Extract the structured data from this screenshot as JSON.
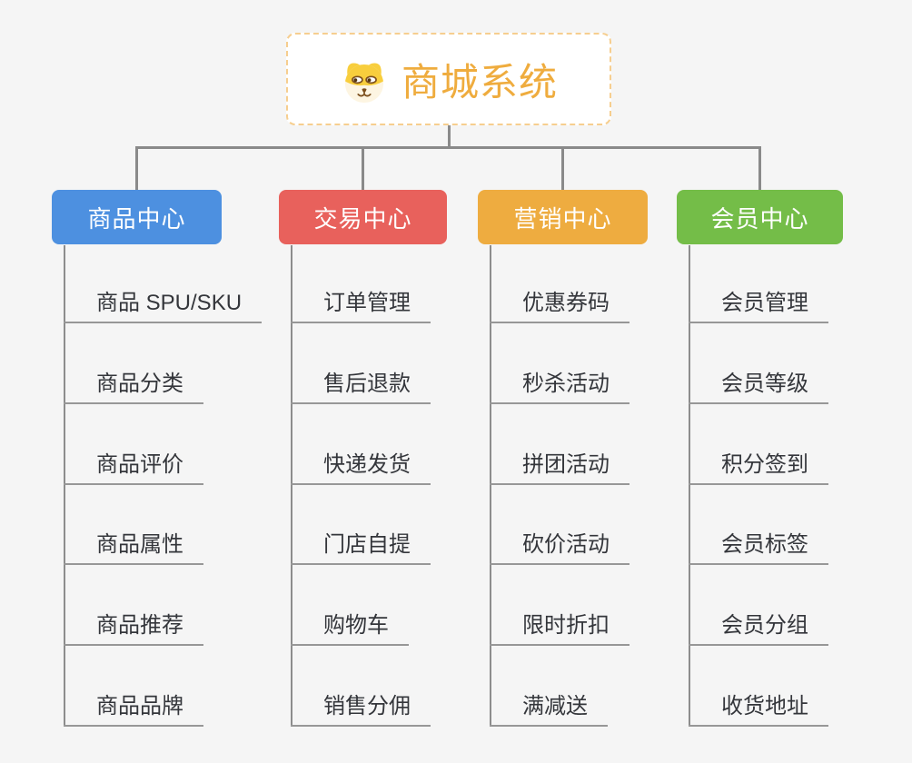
{
  "root": {
    "title": "商城系统",
    "icon": "dog-face-icon"
  },
  "branches": [
    {
      "label": "商品中心",
      "color": "#4d90e0",
      "children": [
        "商品 SPU/SKU",
        "商品分类",
        "商品评价",
        "商品属性",
        "商品推荐",
        "商品品牌"
      ]
    },
    {
      "label": "交易中心",
      "color": "#e8615c",
      "children": [
        "订单管理",
        "售后退款",
        "快递发货",
        "门店自提",
        "购物车",
        "销售分佣"
      ]
    },
    {
      "label": "营销中心",
      "color": "#eeac40",
      "children": [
        "优惠券码",
        "秒杀活动",
        "拼团活动",
        "砍价活动",
        "限时折扣",
        "满减送"
      ]
    },
    {
      "label": "会员中心",
      "color": "#74bd48",
      "children": [
        "会员管理",
        "会员等级",
        "积分签到",
        "会员标签",
        "会员分组",
        "收货地址"
      ]
    }
  ],
  "colors": {
    "background": "#f5f5f5",
    "root_text": "#efac3e",
    "root_border": "#f6ce8f",
    "connector": "#8a8a8a",
    "leaf_text": "#34363b",
    "node_text": "#ffffff"
  }
}
